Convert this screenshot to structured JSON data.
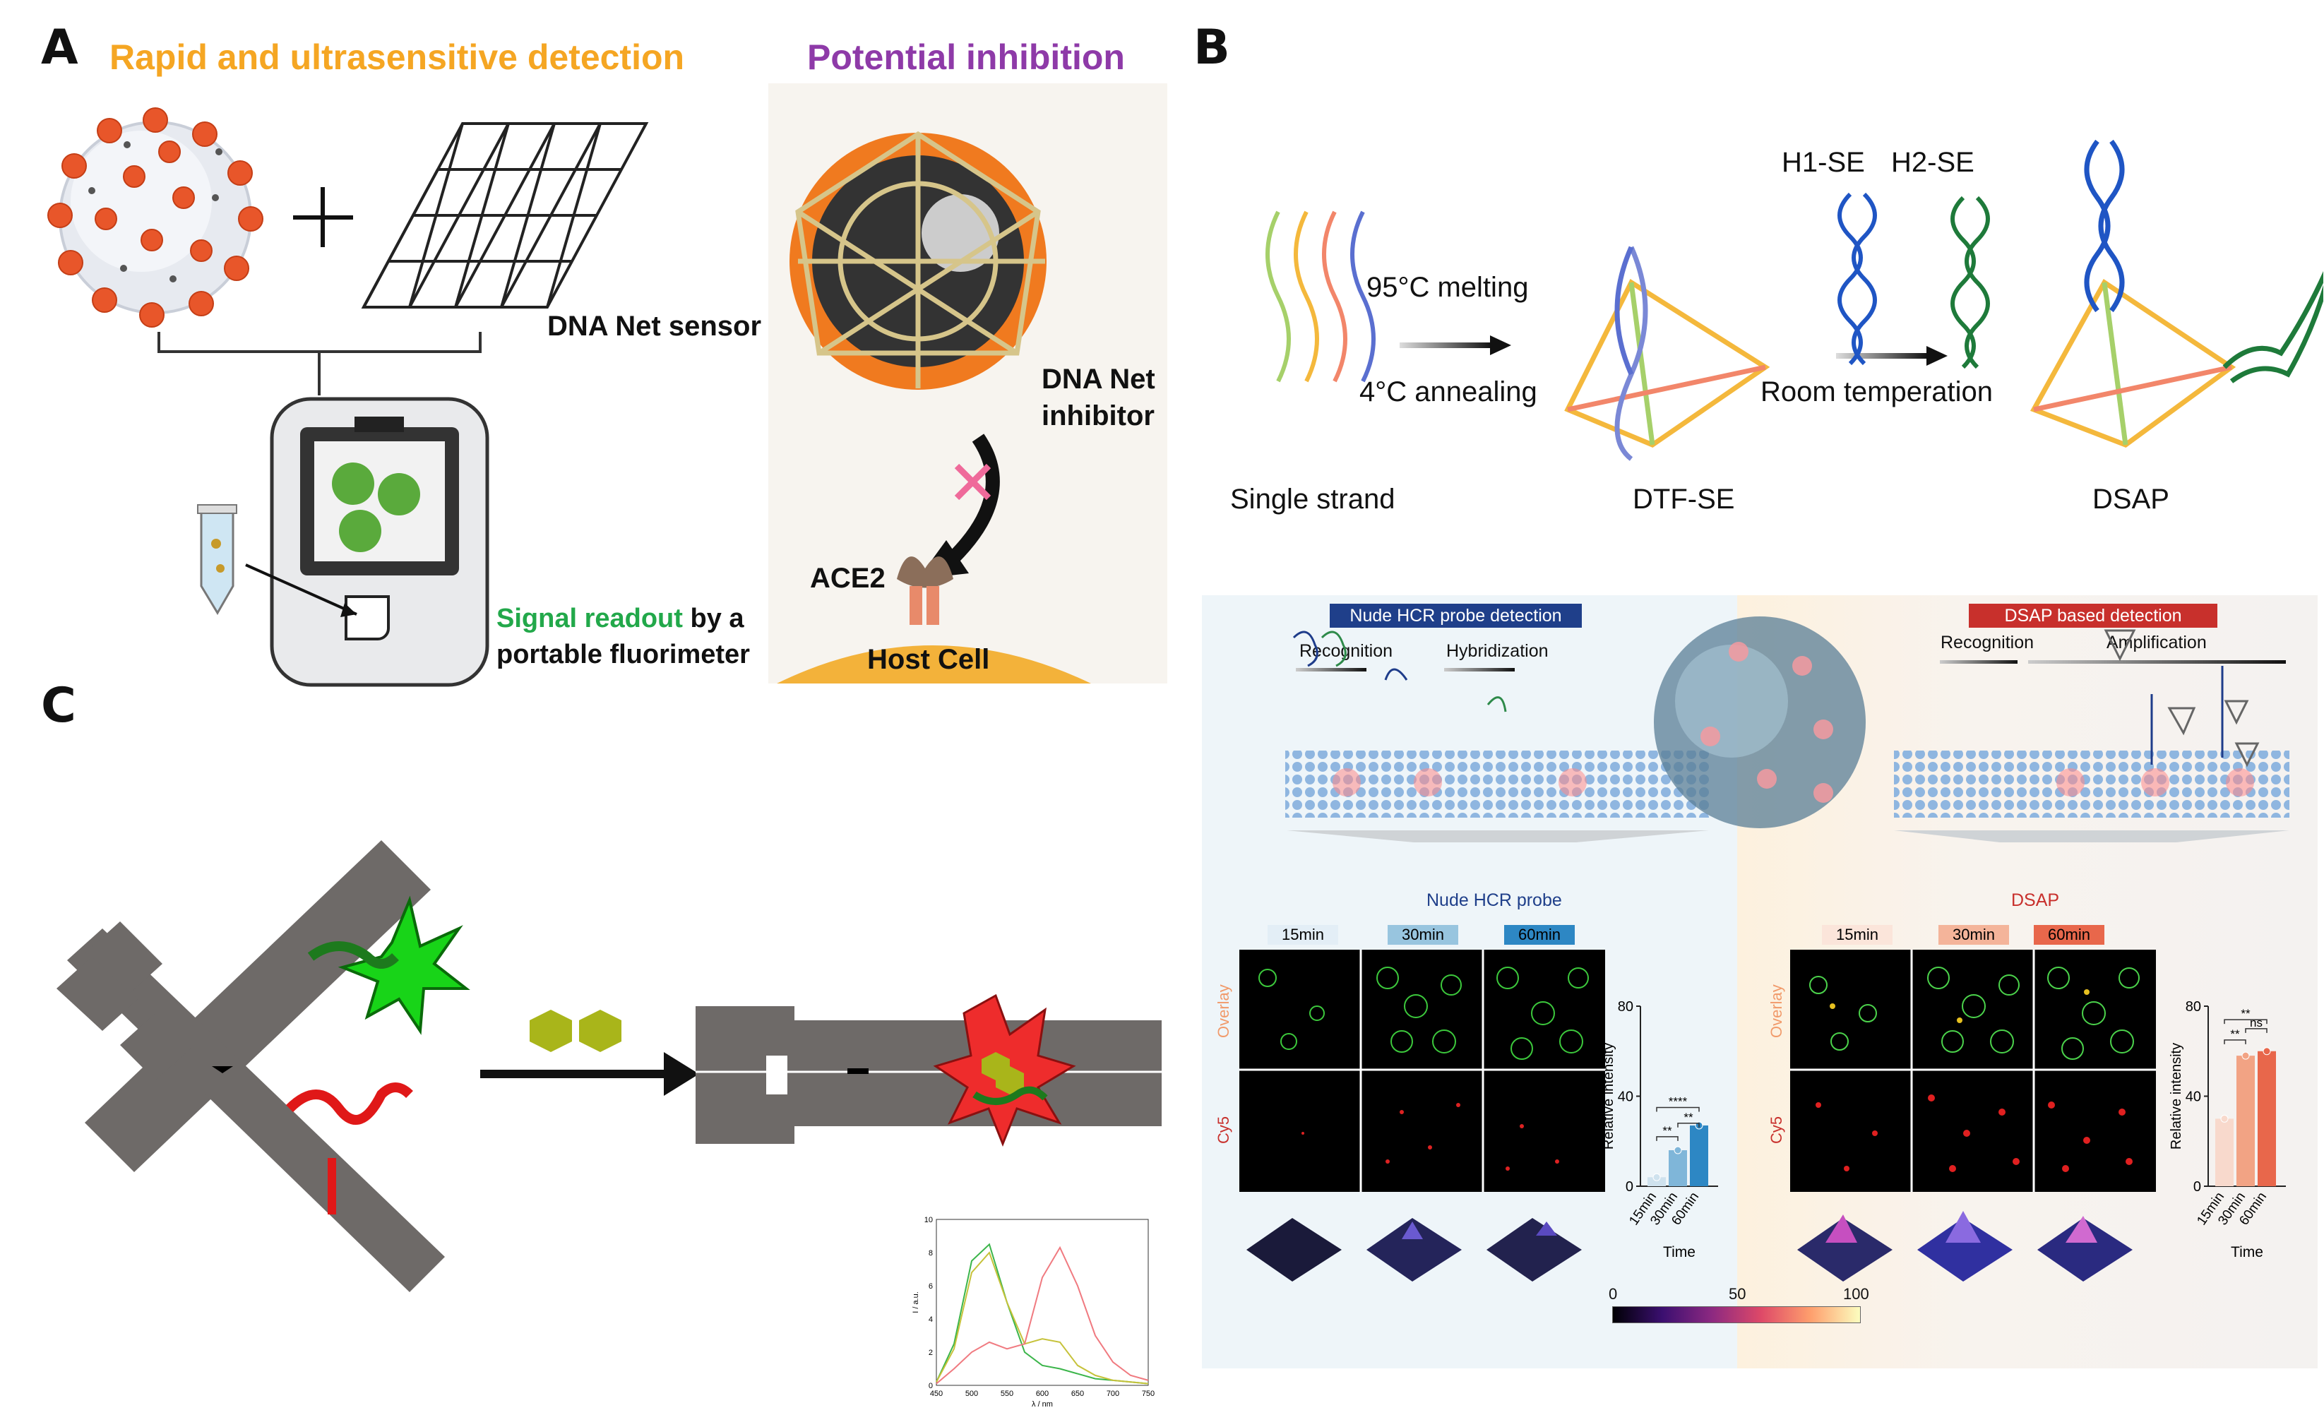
{
  "panel_a": {
    "label": "A",
    "title_detect": "Rapid and ultrasensitive detection",
    "title_inhibit": "Potential inhibition",
    "sensor_label": "DNA Net sensor",
    "readout_green": "Signal readout",
    "readout_rest": " by a",
    "readout_line2": "portable fluorimeter",
    "inhibitor_line1": "DNA Net",
    "inhibitor_line2": "inhibitor",
    "ace2": "ACE2",
    "host_cell": "Host Cell",
    "colors": {
      "orange": "#f5a623",
      "purple": "#8e3aa8",
      "green": "#22a84a",
      "host": "#f3b23a"
    }
  },
  "panel_b": {
    "label": "B",
    "melting": "95°C melting",
    "annealing": "4°C annealing",
    "h1": "H1-SE",
    "h2": "H2-SE",
    "room_temp": "Room temperation",
    "single_strand": "Single strand",
    "dtf_se": "DTF-SE",
    "dsap": "DSAP",
    "nude_box": "Nude HCR probe detection",
    "dsap_box": "DSAP based detection",
    "recognition_left": "Recognition",
    "hybridization": "Hybridization",
    "recognition_right": "Recognition",
    "amplification": "Amplification",
    "nude_probe": "Nude HCR probe",
    "dsap_title": "DSAP",
    "times": [
      "15min",
      "30min",
      "60min"
    ],
    "overlay": "Overlay",
    "cy5": "Cy5",
    "ylabel": "Relative intensity",
    "xlabel": "Time",
    "sig_left": [
      "**",
      "****",
      "**"
    ],
    "sig_right": [
      "**",
      "ns",
      "**"
    ],
    "colorbar_ticks": [
      "0",
      "50",
      "100"
    ],
    "colors": {
      "nude_blue": "#1f3f8a",
      "dsap_red": "#c8302c"
    }
  },
  "panel_c": {
    "label": "C",
    "spectrum_ylabel": "I / a.u.",
    "spectrum_xlabel": "λ / nm"
  },
  "chart_data": [
    {
      "type": "bar",
      "categories": [
        "15min",
        "30min",
        "60min"
      ],
      "series": [
        {
          "values": [
            4,
            16,
            27
          ]
        }
      ],
      "ylabel": "Relative intensity",
      "xlabel": "Time",
      "ylim": [
        0,
        80
      ],
      "yticks": [
        0,
        40,
        80
      ],
      "colors": [
        "#cfe2ee",
        "#7fb6d9",
        "#2d87c4"
      ]
    },
    {
      "type": "bar",
      "categories": [
        "15min",
        "30min",
        "60min"
      ],
      "series": [
        {
          "values": [
            30,
            58,
            60
          ]
        }
      ],
      "ylabel": "Relative intensity",
      "xlabel": "Time",
      "ylim": [
        0,
        80
      ],
      "yticks": [
        0,
        40,
        80
      ],
      "colors": [
        "#f8d9cc",
        "#f2a384",
        "#e8674b"
      ]
    },
    {
      "type": "line",
      "x": [
        450,
        475,
        500,
        525,
        550,
        575,
        600,
        625,
        650,
        675,
        700,
        725,
        750
      ],
      "series": [
        {
          "values": [
            0.2,
            2.5,
            7.5,
            8.5,
            5.0,
            2.0,
            1.2,
            1.0,
            0.7,
            0.4,
            0.3,
            0.2,
            0.1
          ],
          "color": "#3bb54a"
        },
        {
          "values": [
            0.2,
            2.2,
            6.8,
            8.0,
            5.0,
            2.5,
            2.8,
            2.6,
            1.2,
            0.6,
            0.3,
            0.2,
            0.1
          ],
          "color": "#c6c23a"
        },
        {
          "values": [
            0.1,
            1.0,
            2.0,
            2.6,
            2.2,
            2.5,
            6.5,
            8.3,
            6.0,
            3.0,
            1.4,
            0.6,
            0.3
          ],
          "color": "#f07a80"
        }
      ],
      "xlabel": "λ / nm",
      "ylabel": "I / a.u.",
      "xlim": [
        450,
        750
      ],
      "ylim": [
        0,
        10
      ],
      "xticks": [
        450,
        500,
        550,
        600,
        650,
        700,
        750
      ],
      "yticks": [
        0,
        2,
        4,
        6,
        8,
        10
      ]
    }
  ]
}
